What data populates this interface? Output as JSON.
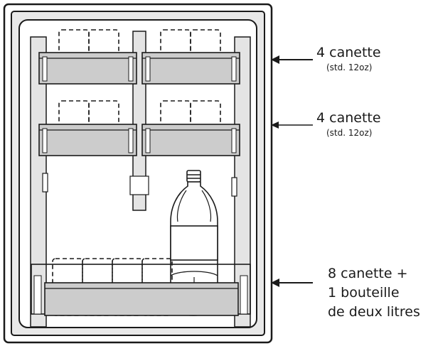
{
  "callouts": [
    {
      "count": "4 canette",
      "note": "(std. 12oz)"
    },
    {
      "count": "4 canette",
      "note": "(std. 12oz)"
    },
    {
      "lines": [
        "8 canette +",
        "1 bouteille",
        "de deux litres"
      ]
    }
  ]
}
